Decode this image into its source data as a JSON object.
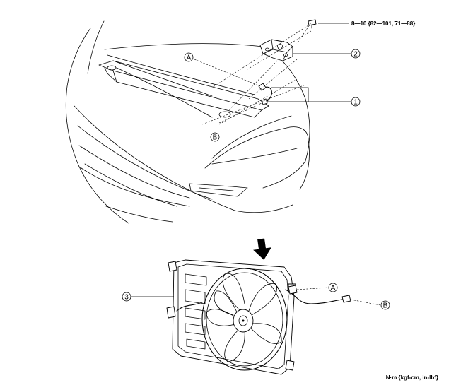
{
  "torque_spec": "8—10 {82—101, 71—88}",
  "units_note": "N·m {kgf-cm, in-lbf}",
  "callouts": {
    "one": "1",
    "two": "2",
    "three": "3"
  },
  "connectors": {
    "a_upper": "A",
    "b_upper": "B",
    "a_lower": "A",
    "b_lower": "B"
  },
  "icons": {
    "install_arrow": "down-arrow-icon"
  }
}
